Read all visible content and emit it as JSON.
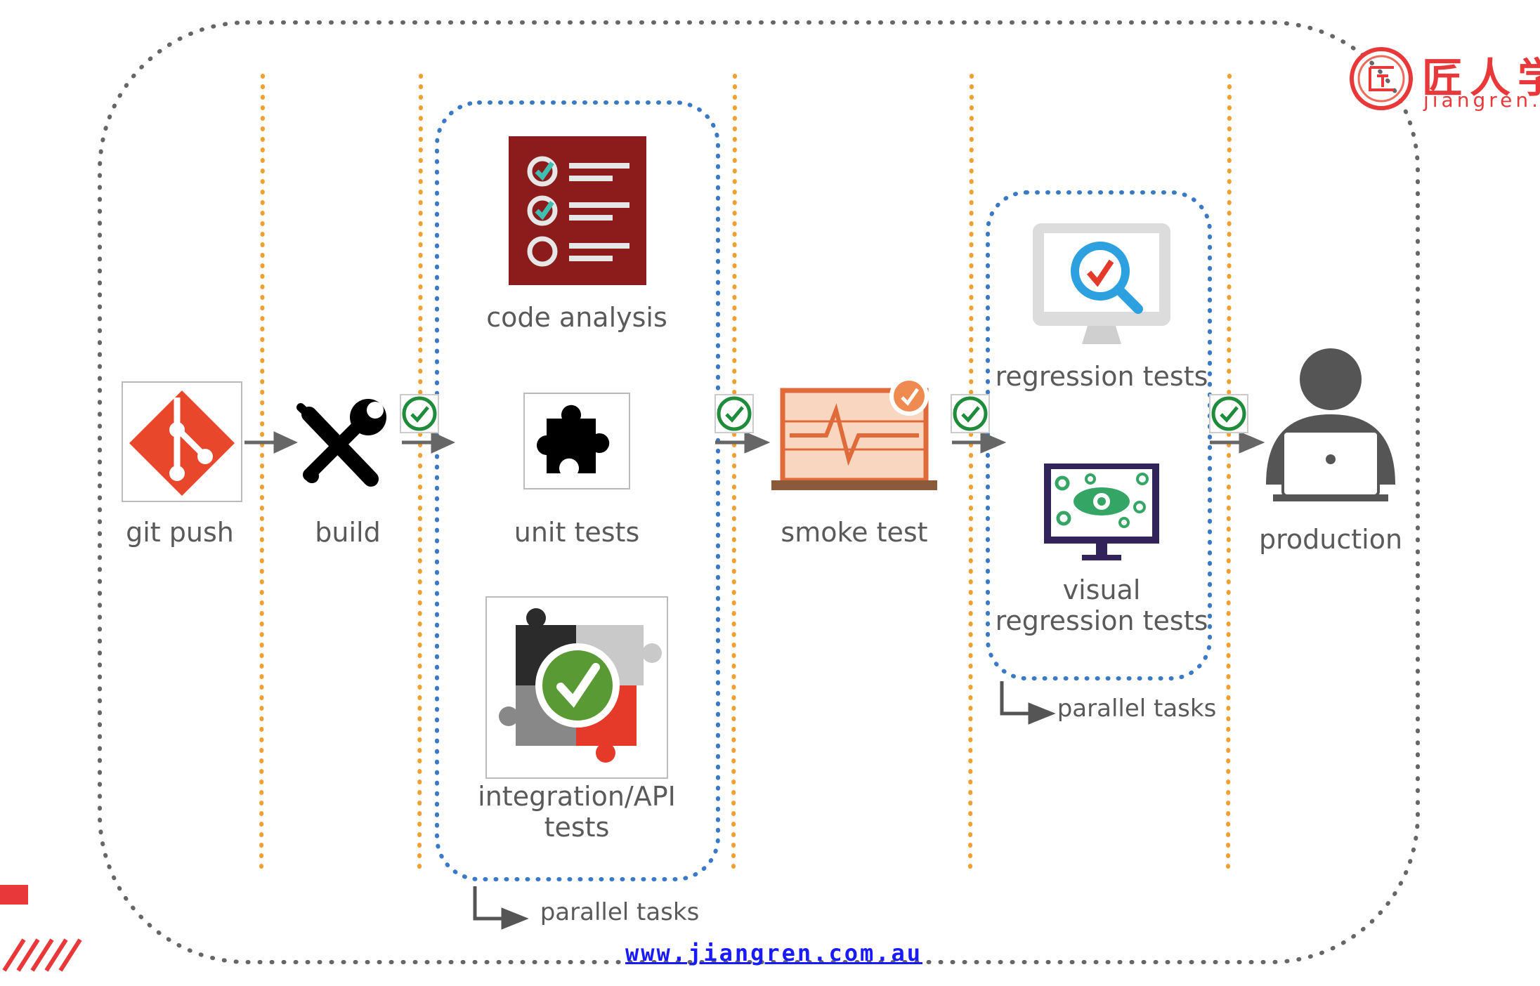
{
  "stages": {
    "git_push": "git push",
    "build": "build",
    "code_analysis": "code analysis",
    "unit_tests": "unit tests",
    "integration_tests": "integration/API\ntests",
    "smoke_test": "smoke test",
    "regression_tests": "regression tests",
    "visual_regression_tests": "visual\nregression tests",
    "production": "production"
  },
  "parallel_label_1": "parallel tasks",
  "parallel_label_2": "parallel tasks",
  "brand": {
    "chinese": "匠人学",
    "english": "jiangren.c"
  },
  "site_link": "www.jiangren.com.au",
  "colors": {
    "outer_border": "#666666",
    "stage_divider": "#f0a030",
    "parallel_group_border": "#3a78c8",
    "check_green": "#1e8c3a",
    "git_red": "#e8472c",
    "brand_red": "#e8383a",
    "link_blue": "#1a1aff"
  },
  "icons": [
    "git-icon",
    "tools-icon",
    "checklist-icon",
    "puzzle-icon",
    "puzzle-check-icon",
    "laptop-pulse-icon",
    "monitor-search-icon",
    "monitor-eye-icon",
    "user-laptop-icon",
    "check-circle-icon",
    "arrow-icon",
    "brand-logo-icon"
  ]
}
